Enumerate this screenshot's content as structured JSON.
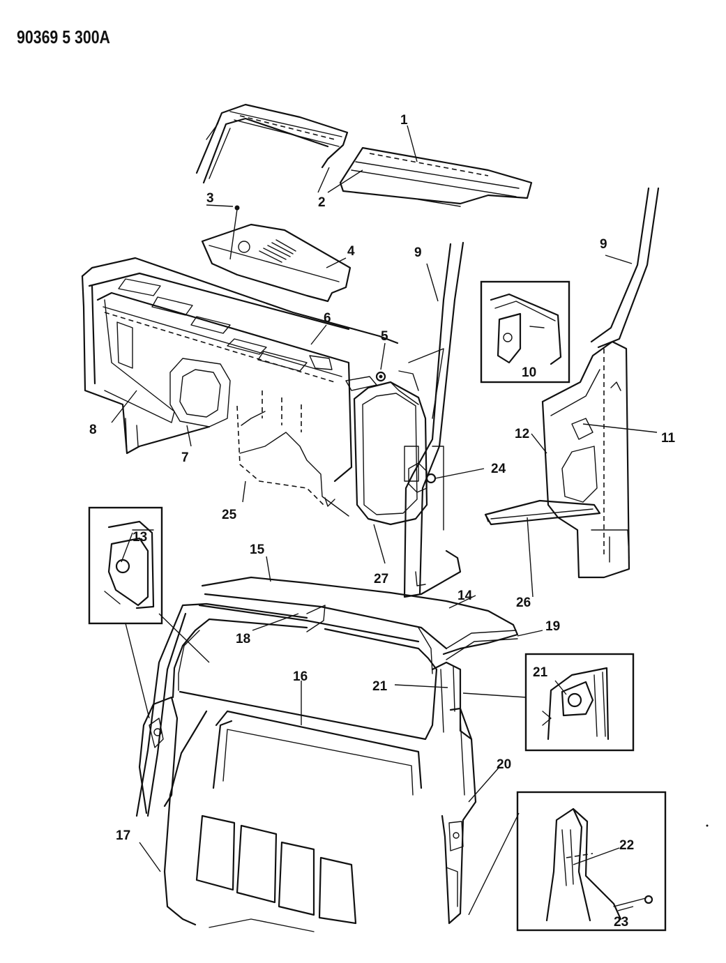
{
  "header": {
    "drawing_code": "90369  5 300A"
  },
  "callouts": {
    "c1": "1",
    "c2": "2",
    "c3": "3",
    "c4": "4",
    "c5": "5",
    "c6": "6",
    "c7": "7",
    "c8": "8",
    "c9a": "9",
    "c9b": "9",
    "c10": "10",
    "c11": "11",
    "c12": "12",
    "c13": "13",
    "c14": "14",
    "c15": "15",
    "c16": "16",
    "c17": "17",
    "c18": "18",
    "c19": "19",
    "c20": "20",
    "c21a": "21",
    "c21b": "21",
    "c22": "22",
    "c23": "23",
    "c24": "24",
    "c25": "25",
    "c26": "26",
    "c27": "27"
  }
}
